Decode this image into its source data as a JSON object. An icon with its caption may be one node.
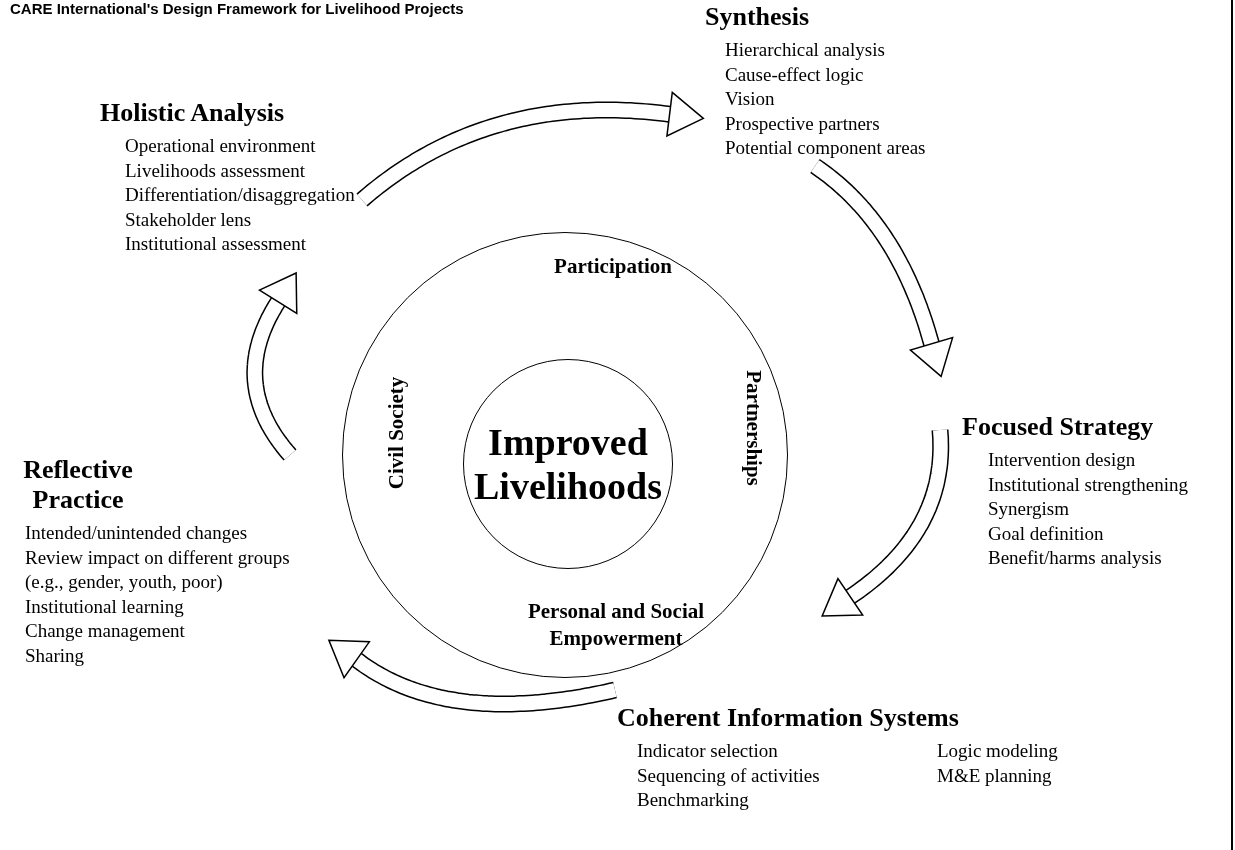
{
  "diagram": {
    "title": "CARE International's Design Framework for Livelihood Projects",
    "nodes": [
      {
        "text": [
          "Holistic Analysis",
          "Operational environment",
          "Livelihoods assessment",
          "Differentiation/disaggregation",
          "Stakeholder lens",
          "Institutional assessment"
        ]
      },
      {
        "text": [
          "Synthesis",
          "Hierarchical analysis",
          "Cause-effect logic",
          "Vision",
          "Prospective partners",
          "Potential component areas"
        ]
      },
      {
        "text": [
          "Focused Strategy",
          "Intervention design",
          "Institutional strengthening",
          "Synergism",
          "Goal definition",
          "Benefit/harms analysis"
        ]
      },
      {
        "text": [
          "Coherent Information Systems",
          "Indicator selection",
          "Sequencing of activities",
          "Benchmarking",
          "Logic modeling",
          "M&E planning"
        ]
      },
      {
        "text": [
          "Reflective Practice",
          "Intended/unintended changes",
          "Review impact on different groups (e.g., gender, youth, poor)",
          "Institutional learning",
          "Change management",
          "Sharing"
        ]
      },
      {
        "text": [
          "Participation",
          "Civil Society",
          "Partnerships",
          "Personal and Social Empowerment"
        ]
      },
      {
        "text": [
          "Improved Livelihoods"
        ],
        "in": 5
      }
    ],
    "edges": [
      {
        "from": 0,
        "to": 1,
        "arrow": "to"
      },
      {
        "from": 1,
        "to": 2,
        "arrow": "to"
      },
      {
        "from": 2,
        "to": 3,
        "arrow": "to"
      },
      {
        "from": 3,
        "to": 4,
        "arrow": "to"
      },
      {
        "from": 4,
        "to": 0,
        "arrow": "to"
      }
    ]
  }
}
